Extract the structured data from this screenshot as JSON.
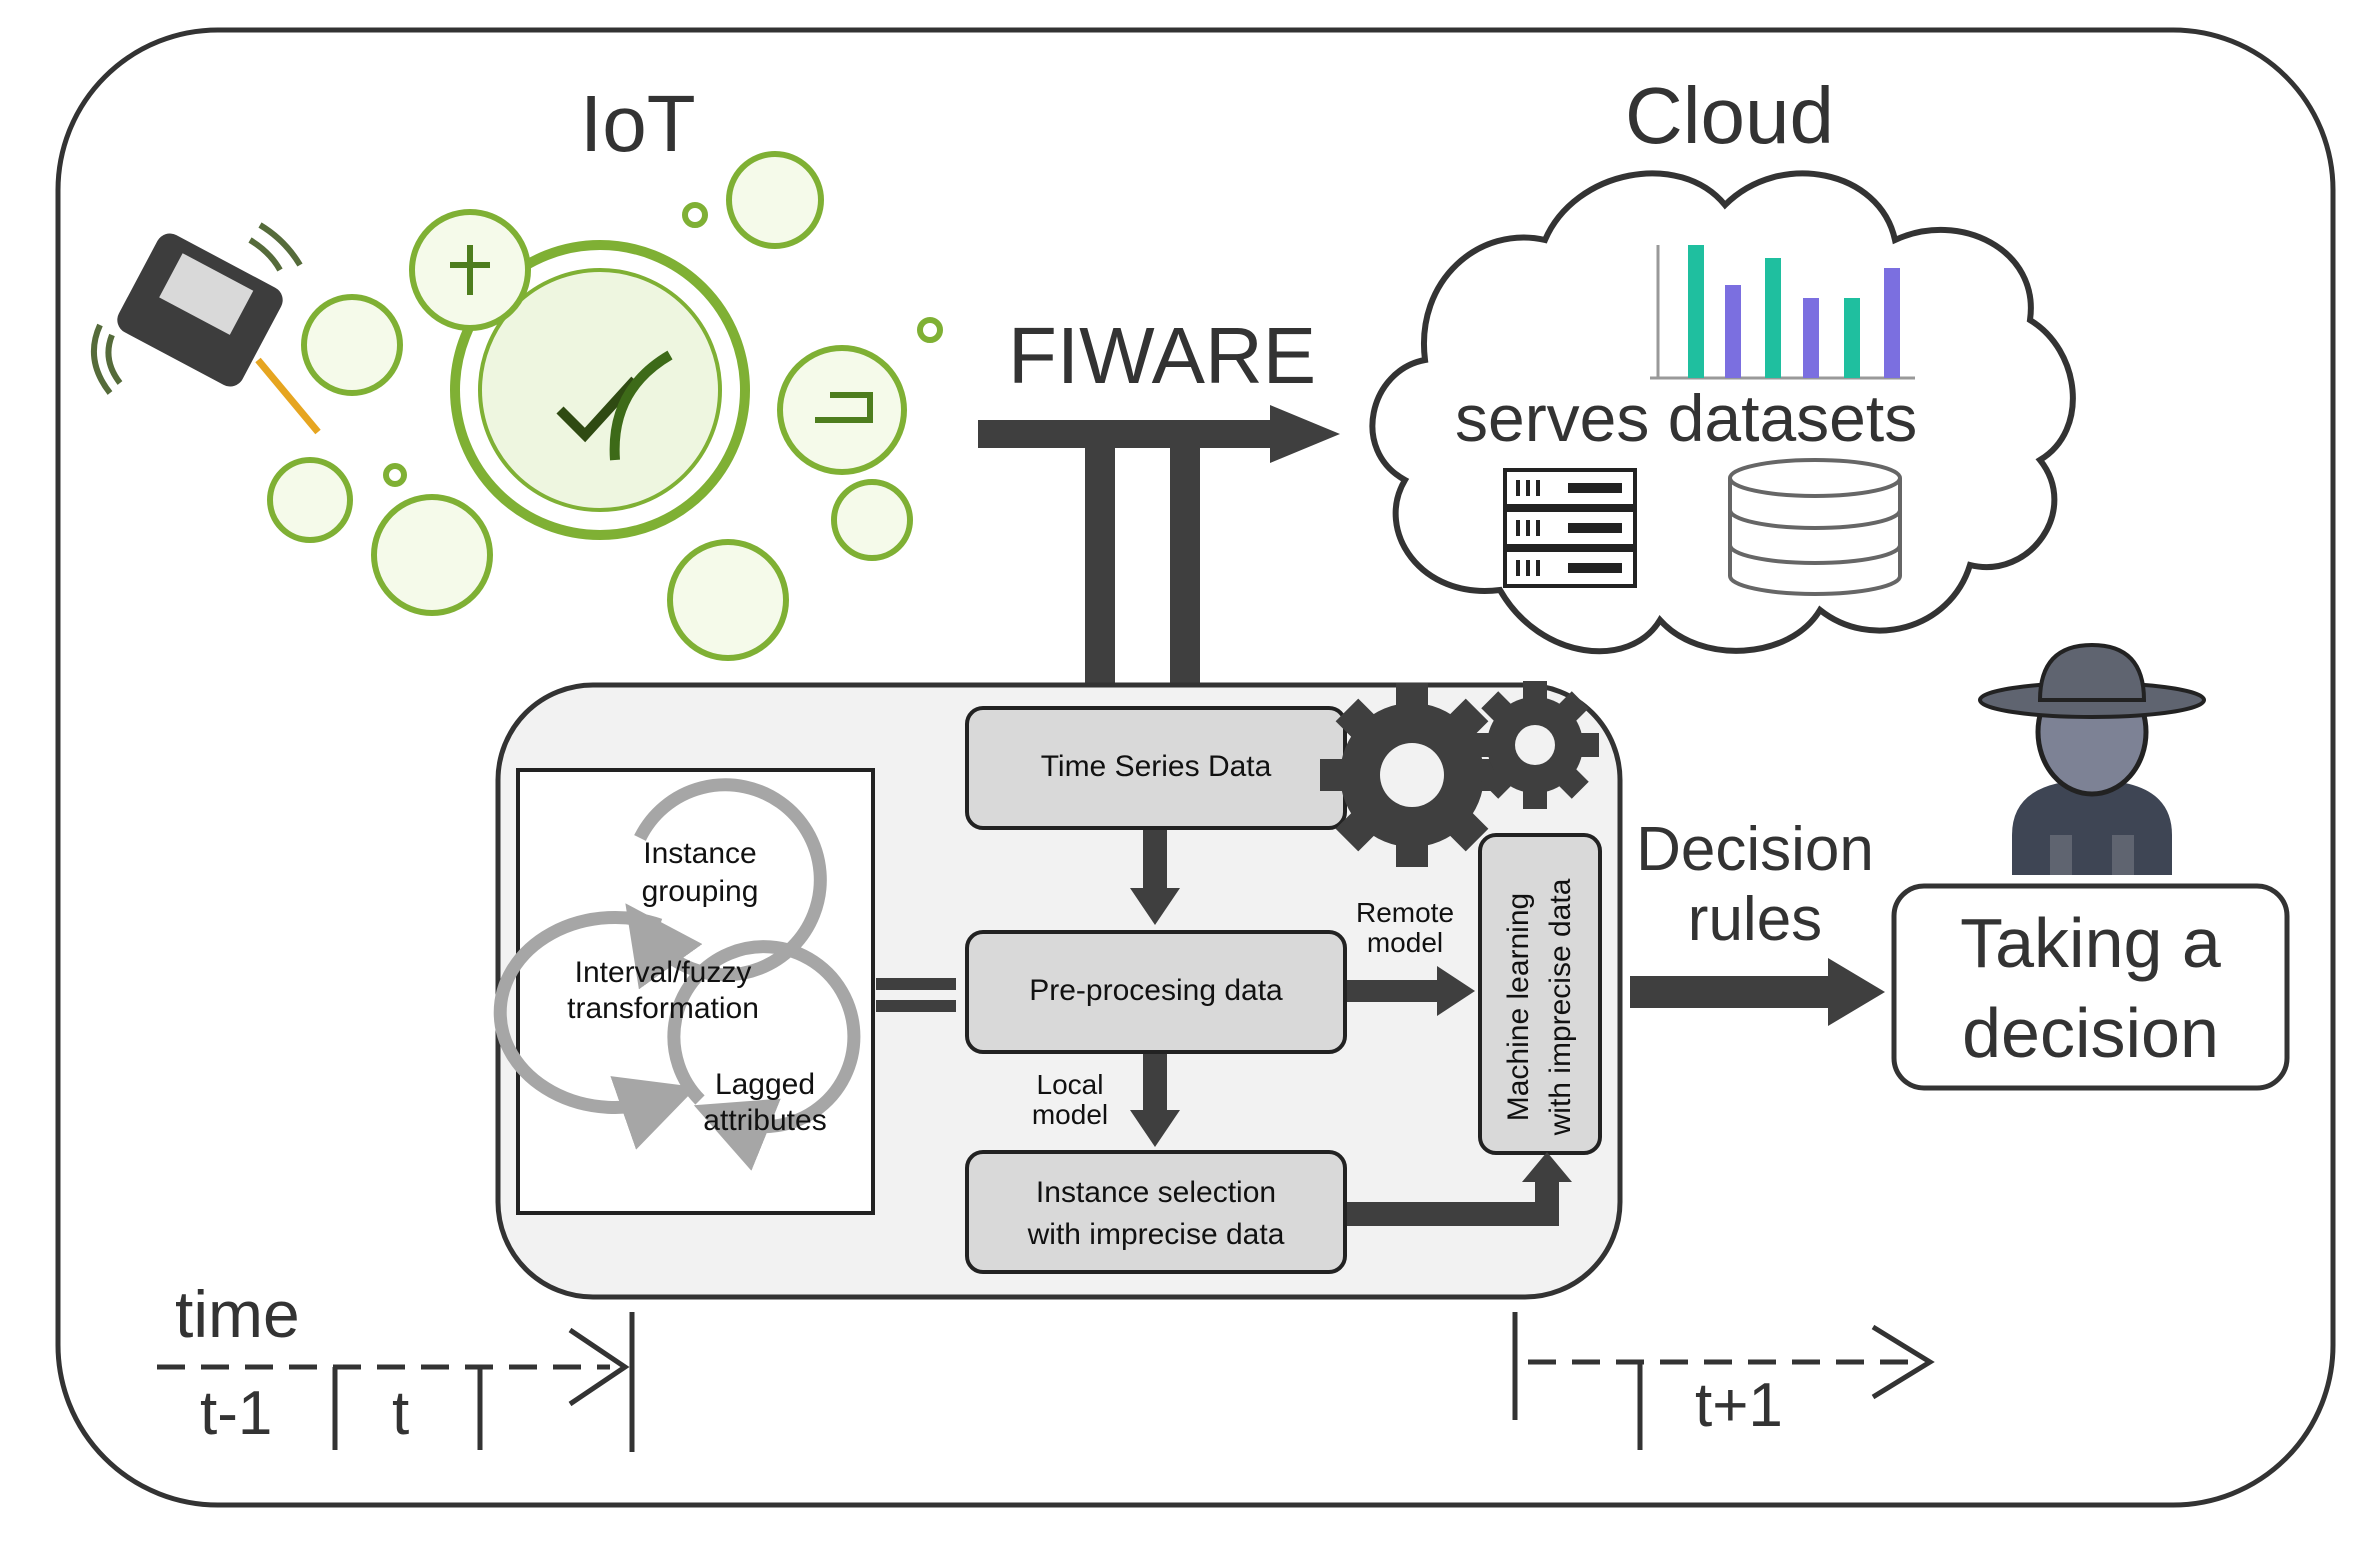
{
  "labels": {
    "iot": "IoT",
    "cloud": "Cloud",
    "fiware": "FIWARE",
    "serves_datasets": "serves datasets",
    "time_series_data": "Time Series Data",
    "preprocessing": "Pre-procesing  data",
    "instance_selection_line1": "Instance selection",
    "instance_selection_line2": "with imprecise data",
    "ml_line1": "Machine learning",
    "ml_line2": "with imprecise data",
    "remote_model_line1": "Remote",
    "remote_model_line2": "model",
    "local_model_line1": "Local",
    "local_model_line2": "model",
    "instance_grouping_line1": "Instance",
    "instance_grouping_line2": "grouping",
    "interval_line1": "Interval/fuzzy",
    "interval_line2": "transformation",
    "lagged_line1": "Lagged",
    "lagged_line2": "attributes",
    "decision_rules_line1": "Decision",
    "decision_rules_line2": "rules",
    "taking_line1": "Taking a",
    "taking_line2": "decision",
    "time": "time",
    "t_minus_1": "t-1",
    "t": "t",
    "t_plus_1": "t+1"
  },
  "icons": {
    "iot": "iot-agriculture-icon-cluster",
    "sensor": "soil-sensor-icon",
    "gears": "gears-icon",
    "bar_chart": "bar-chart-icon",
    "server": "server-icon",
    "database": "database-icon",
    "farmer": "farmer-icon"
  },
  "colors": {
    "dark_arrow": "#3f3f3f",
    "box_fill": "#d9d9d9",
    "panel_fill": "#f2f2f2",
    "bar_teal": "#1fbf9f",
    "bar_purple": "#7b6fe0",
    "green": "#7fb034",
    "farmer": "#5f6470"
  }
}
